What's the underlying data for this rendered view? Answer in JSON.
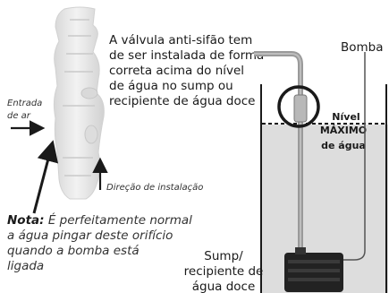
{
  "valve_text": [
    "A válvula anti-sifão tem",
    "de ser instalada de forma",
    "correta acima do nível",
    "de água no sump ou",
    "recipiente de água doce"
  ],
  "pump_label": "Bomba",
  "level_label": [
    "Nível",
    "MÁXIMO",
    "de água"
  ],
  "air_inlet_label": [
    "Entrada",
    "de ar"
  ],
  "direction_label": "Direção de instalação",
  "note": {
    "prefix": "Nota:",
    "lines": [
      " É perfeitamente normal",
      "a água pingar deste orifício",
      "quando a bomba está",
      "ligada"
    ]
  },
  "sump_label": [
    "Sump/",
    "recipiente de",
    "água doce"
  ],
  "colors": {
    "water": "#dddddd",
    "valve": "#e4e4e4",
    "tube": "#9a9a9a",
    "pump": "#222222"
  }
}
